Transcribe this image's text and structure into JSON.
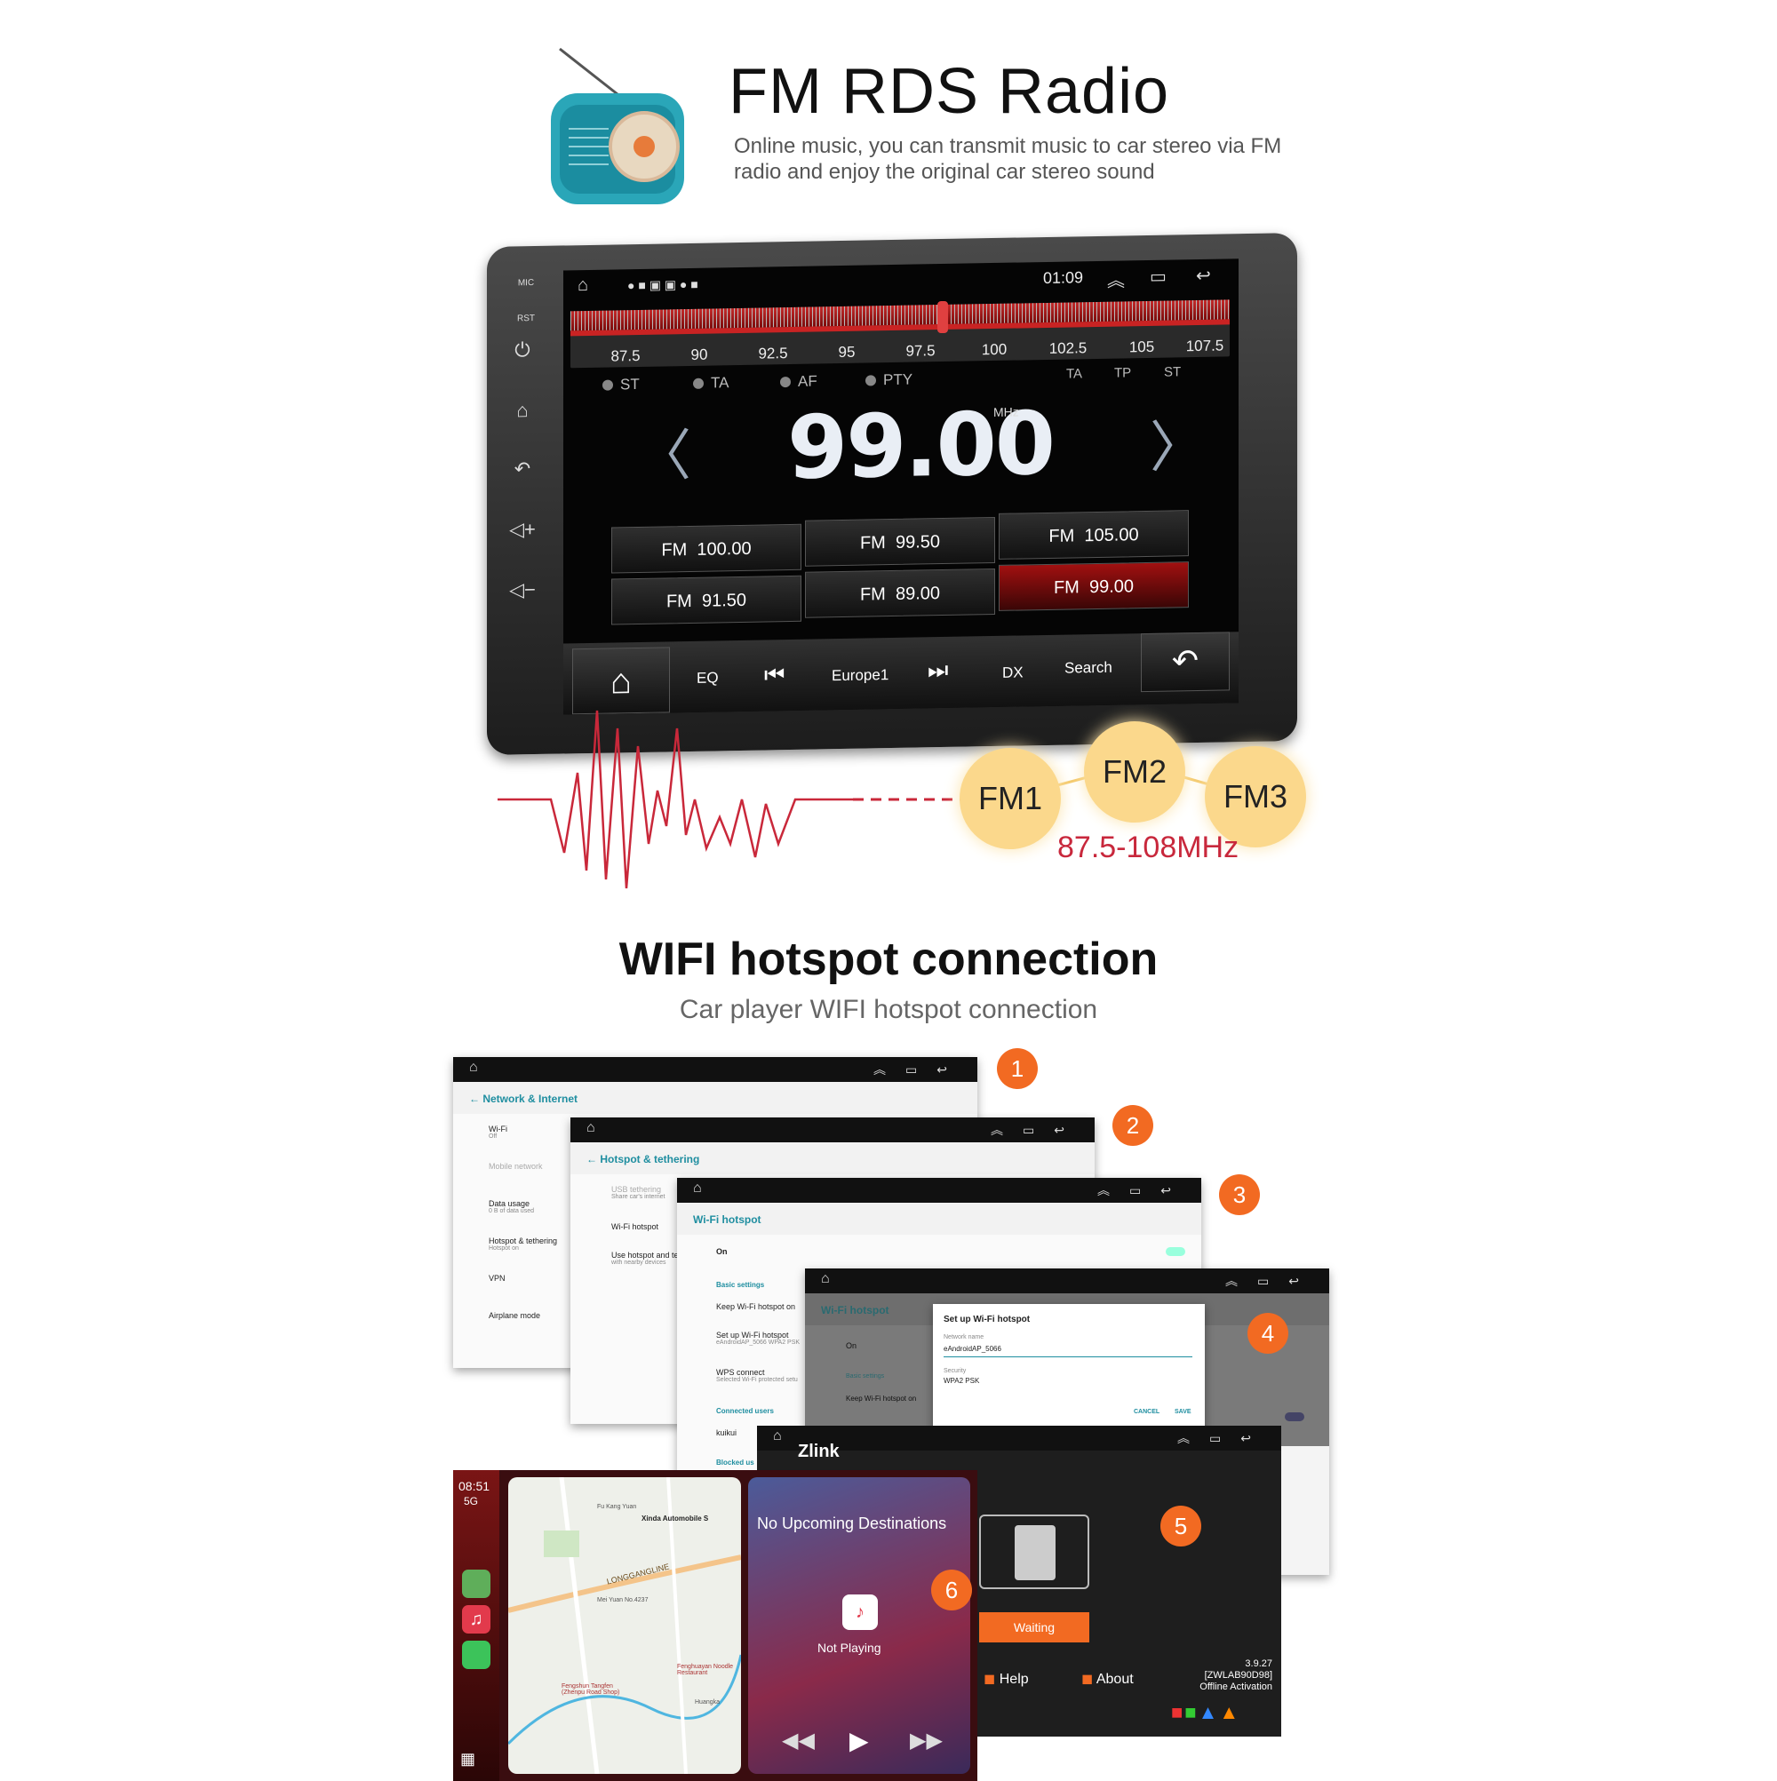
{
  "header": {
    "title": "FM RDS Radio",
    "subtitle": "Online music, you can transmit music to car stereo via FM radio and enjoy the original car stereo sound"
  },
  "unit": {
    "side_labels": {
      "mic": "MIC",
      "rst": "RST"
    },
    "status_time": "01:09",
    "scale": [
      "87.5",
      "90",
      "92.5",
      "95",
      "97.5",
      "100",
      "102.5",
      "105",
      "107.5"
    ],
    "flags": [
      "ST",
      "TA",
      "AF",
      "PTY"
    ],
    "flags_right": [
      "TA",
      "TP",
      "ST"
    ],
    "frequency": "99.00",
    "unit": "MHz",
    "presets": [
      {
        "band": "FM",
        "freq": "100.00"
      },
      {
        "band": "FM",
        "freq": "99.50"
      },
      {
        "band": "FM",
        "freq": "105.00"
      },
      {
        "band": "FM",
        "freq": "91.50"
      },
      {
        "band": "FM",
        "freq": "89.00"
      },
      {
        "band": "FM",
        "freq": "99.00"
      }
    ],
    "bottom": {
      "eq": "EQ",
      "station": "Europe1",
      "dx": "DX",
      "search": "Search"
    }
  },
  "bands": {
    "fm1": "FM1",
    "fm2": "FM2",
    "fm3": "FM3",
    "range": "87.5-108MHz"
  },
  "wifi": {
    "title": "WIFI hotspot connection",
    "subtitle": "Car player WIFI hotspot connection",
    "steps": [
      "1",
      "2",
      "3",
      "4",
      "5",
      "6"
    ],
    "s1": {
      "header": "Network & Internet",
      "rows": [
        {
          "t": "Wi-Fi",
          "s": "Off"
        },
        {
          "t": "Mobile network",
          "s": ""
        },
        {
          "t": "Data usage",
          "s": "0 B of data used"
        },
        {
          "t": "Hotspot & tethering",
          "s": "Hotspot on"
        },
        {
          "t": "VPN",
          "s": ""
        },
        {
          "t": "Airplane mode",
          "s": ""
        }
      ]
    },
    "s2": {
      "header": "Hotspot & tethering",
      "rows": [
        {
          "t": "USB tethering",
          "s": "Share car's internet"
        },
        {
          "t": "Wi-Fi hotspot",
          "s": ""
        },
        {
          "t": "Use hotspot and tet",
          "s": "with nearby devices"
        }
      ]
    },
    "s3": {
      "header": "Wi-Fi hotspot",
      "on": "On",
      "basic": "Basic settings",
      "rows": [
        {
          "t": "Keep Wi-Fi hotspot on",
          "s": ""
        },
        {
          "t": "Set up Wi-Fi hotspot",
          "s": "eAndroidAP_5066 WPA2 PSK"
        },
        {
          "t": "WPS connect",
          "s": "Selected Wi-Fi protected setu"
        }
      ],
      "connected": "Connected users",
      "user": "kuikui",
      "blocked": "Blocked us"
    },
    "s4": {
      "header": "Wi-Fi hotspot",
      "on": "On",
      "basic": "Basic settings",
      "keep": "Keep Wi-Fi hotspot on",
      "dialog_title": "Set up Wi-Fi hotspot",
      "name_label": "Network name",
      "name_value": "eAndroidAP_5066",
      "sec_label": "Security",
      "sec_value": "WPA2 PSK",
      "cancel": "CANCEL",
      "save": "SAVE"
    },
    "s5": {
      "brand": "Zlink",
      "waiting": "Waiting",
      "help": "Help",
      "about": "About",
      "version": "3.9.27",
      "device": "[ZWLAB90D98]",
      "activation": "Offline Activation"
    },
    "s6": {
      "time": "08:51",
      "net": "5G",
      "dest": "No Upcoming Destinations",
      "not_playing": "Not Playing",
      "map_labels": [
        "Xinda Automobile S",
        "LONGGANGLINE",
        "Fu Kang Yuan",
        "Fengshun Tangfen (Zhenpu Road Shop)",
        "Fenghuayan Noodle Restaurant",
        "Huangka",
        "Mei Yuan No.4237"
      ]
    }
  }
}
